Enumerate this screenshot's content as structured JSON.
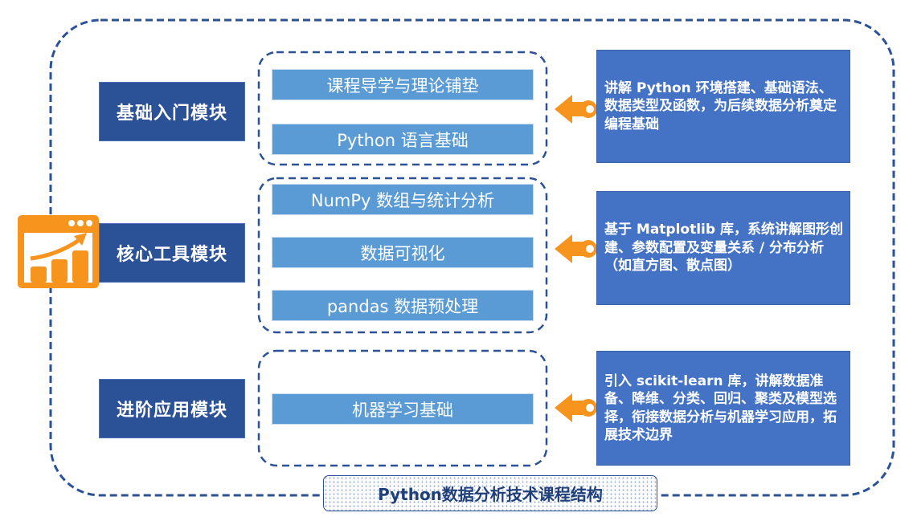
{
  "title": "Python数据分析技术课程结构",
  "colors": {
    "frame": "#2B5197",
    "module_label_bg": "#2B5197",
    "item_bg": "#5B9BD5",
    "desc_bg": "#4472C4",
    "accent_orange": "#F7941D",
    "text_light": "#FFFFFF"
  },
  "icon": {
    "name": "chart-growth-window-icon"
  },
  "modules": [
    {
      "label": "基础入门模块",
      "items": [
        "课程导学与理论铺垫",
        "Python 语言基础"
      ],
      "description": "讲解 Python 环境搭建、基础语法、数据类型及函数，为后续数据分析奠定编程基础"
    },
    {
      "label": "核心工具模块",
      "items": [
        "NumPy 数组与统计分析",
        "数据可视化",
        "pandas 数据预处理"
      ],
      "description": "基于 Matplotlib 库，系统讲解图形创建、参数配置及变量关系 / 分布分析（如直方图、散点图）"
    },
    {
      "label": "进阶应用模块",
      "items": [
        "机器学习基础"
      ],
      "description": "引入 scikit-learn 库，讲解数据准备、降维、分类、回归、聚类及模型选择，衔接数据分析与机器学习应用，拓展技术边界"
    }
  ]
}
